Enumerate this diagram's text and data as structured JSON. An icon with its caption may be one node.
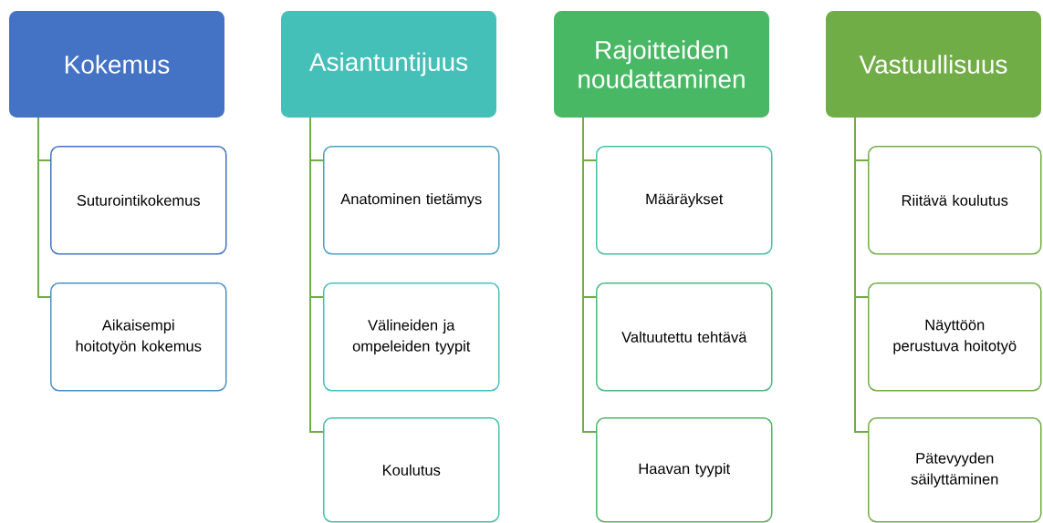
{
  "diagram": {
    "nodes": [
      {
        "text": [
          "Kokemus"
        ]
      },
      {
        "text": [
          "Suturointikokemus"
        ]
      },
      {
        "text": [
          "Aikaisempi hoitotyön kokemus"
        ]
      },
      {
        "text": [
          "Asiantuntijuus"
        ]
      },
      {
        "text": [
          "Anatominen tietämys"
        ]
      },
      {
        "text": [
          "Välineiden ja ompeleiden tyypit"
        ]
      },
      {
        "text": [
          "Koulutus"
        ]
      },
      {
        "text": [
          "Rajoitteiden noudattaminen"
        ]
      },
      {
        "text": [
          "Määräykset"
        ]
      },
      {
        "text": [
          "Valtuutettu tehtävä"
        ]
      },
      {
        "text": [
          "Haavan tyypit"
        ]
      },
      {
        "text": [
          "Vastuullisuus"
        ]
      },
      {
        "text": [
          "Riitävä koulutus"
        ]
      },
      {
        "text": [
          "Näyttöön perustuva hoitotyö"
        ]
      },
      {
        "text": [
          "Pätevyyden säilyttäminen"
        ]
      }
    ],
    "edges": [
      {
        "from": 0,
        "to": 1,
        "arrow": "none"
      },
      {
        "from": 0,
        "to": 2,
        "arrow": "none"
      },
      {
        "from": 3,
        "to": 4,
        "arrow": "none"
      },
      {
        "from": 3,
        "to": 5,
        "arrow": "none"
      },
      {
        "from": 3,
        "to": 6,
        "arrow": "none"
      },
      {
        "from": 7,
        "to": 8,
        "arrow": "none"
      },
      {
        "from": 7,
        "to": 9,
        "arrow": "none"
      },
      {
        "from": 7,
        "to": 10,
        "arrow": "none"
      },
      {
        "from": 11,
        "to": 12,
        "arrow": "none"
      },
      {
        "from": 11,
        "to": 13,
        "arrow": "none"
      },
      {
        "from": 11,
        "to": 14,
        "arrow": "none"
      }
    ]
  }
}
